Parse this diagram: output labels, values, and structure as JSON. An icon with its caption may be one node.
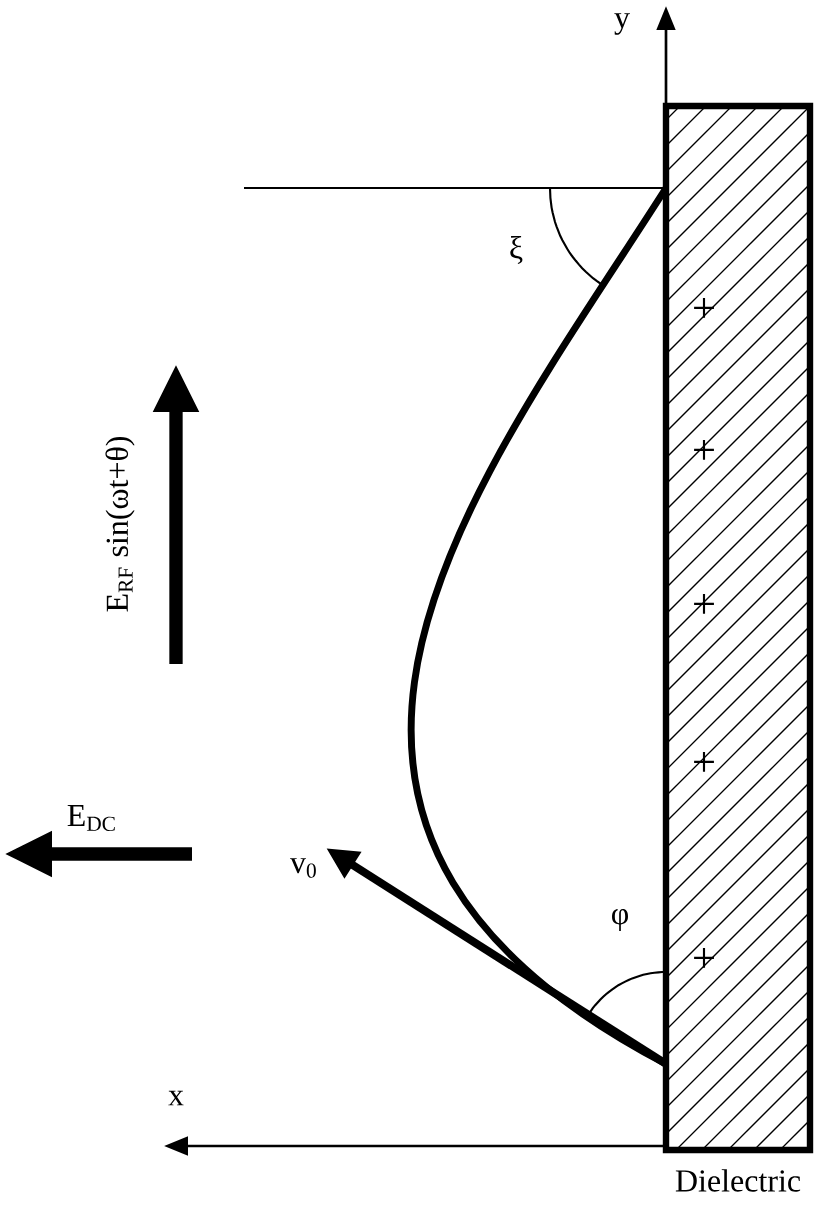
{
  "diagram": {
    "nodes": [
      {
        "text": [
          "Dielectric"
        ]
      }
    ],
    "labels": [
      "y",
      "x",
      "ξ",
      "φ",
      "v$_{0}$",
      "E$_{DC}$",
      "E$_{RF}$ sin(ωt+θ)",
      "+",
      "+",
      "+",
      "+",
      "+"
    ]
  }
}
